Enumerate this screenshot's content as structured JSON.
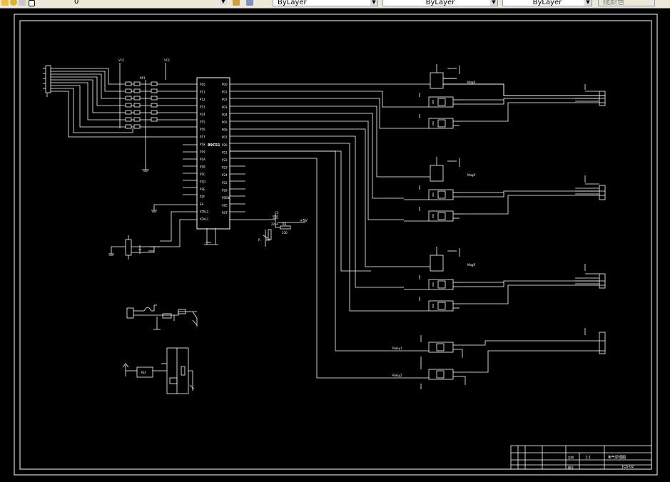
{
  "toolbar": {
    "layer_number": "0",
    "color_combo": "ByLayer",
    "linetype_combo": "ByLayer",
    "lineweight_combo": "ByLayer",
    "plotstyle_combo": "随颜色"
  },
  "schematic": {
    "mcu_label": "89C51",
    "mcu_left_pins": [
      "P10",
      "P11",
      "P12",
      "P13",
      "P14",
      "P15",
      "P16",
      "P17",
      "P18",
      "P19",
      "P1A",
      "P1B",
      "P1C",
      "P1D",
      "P1E",
      "P1F",
      "EA",
      "XTAL2",
      "XTAL1"
    ],
    "mcu_right_pins": [
      "P00",
      "P01",
      "P02",
      "P03",
      "P04",
      "P05",
      "P06",
      "P07",
      "P20",
      "P21",
      "P22",
      "P23",
      "P24",
      "P25",
      "P26",
      "PSEN",
      "ALE",
      "RST"
    ],
    "c3_label": "C3",
    "r3_label": "R3",
    "vcc_label": "+5V",
    "cap_value": "22uF",
    "res_value": "330",
    "res_label": "R",
    "rk_label": "RK",
    "opto_top_label": "MagR",
    "opto_bottom_label": "MagR",
    "relay_labels": [
      "Relay1",
      "Relay2"
    ]
  },
  "title_block": {
    "drawing_title": "电气原理图",
    "drawing_number": "JCS-02",
    "scale_label": "比例",
    "scale_value": "1:1",
    "sheet_label": "图号"
  }
}
